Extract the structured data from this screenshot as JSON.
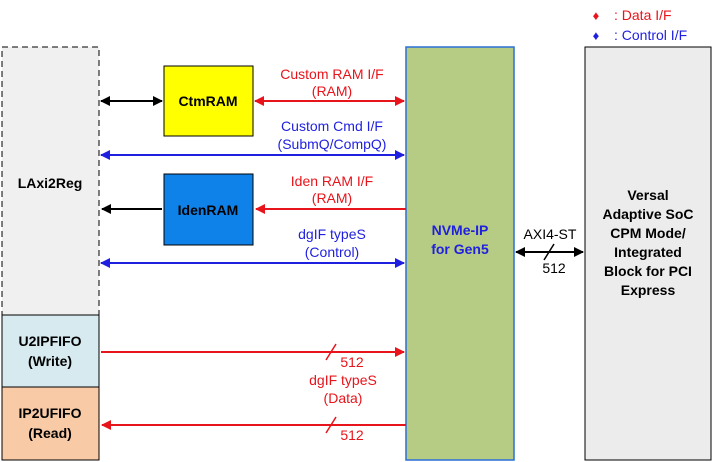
{
  "legend": {
    "data": ": Data I/F",
    "control": ": Control I/F",
    "data_color": "#e8141b",
    "control_color": "#1f1fe0"
  },
  "blocks": {
    "laxi2reg": "LAxi2Reg",
    "u2ipfifo_line1": "U2IPFIFO",
    "u2ipfifo_line2": "(Write)",
    "ip2ufifo_line1": "IP2UFIFO",
    "ip2ufifo_line2": "(Read)",
    "ctmram": "CtmRAM",
    "idenram": "IdenRAM",
    "nvme_line1": "NVMe-IP",
    "nvme_line2": "for Gen5",
    "versal_lines": [
      "Versal",
      "Adaptive SoC",
      "CPM Mode/",
      "Integrated",
      "Block for PCI",
      "Express"
    ]
  },
  "interfaces": {
    "custom_ram_line1": "Custom RAM I/F",
    "custom_ram_line2": "(RAM)",
    "custom_cmd_line1": "Custom Cmd I/F",
    "custom_cmd_line2": "(SubmQ/CompQ)",
    "iden_ram_line1": "Iden RAM I/F",
    "iden_ram_line2": "(RAM)",
    "dgif_ctl_line1": "dgIF typeS",
    "dgif_ctl_line2": "(Control)",
    "dgif_data_line1": "dgIF typeS",
    "dgif_data_line2": "(Data)",
    "bus_512_write": "512",
    "bus_512_read": "512",
    "axi_label": "AXI4-ST",
    "axi_width": "512"
  },
  "colors": {
    "red": "#e8141b",
    "blue": "#1f1fe0",
    "ctmram_fill": "#ffff00",
    "idenram_fill": "#0f82ea",
    "nvme_fill": "#b6cc84",
    "nvme_border": "#2c6fd8",
    "versal_fill": "#ececec",
    "laxi_fill": "#f0f0f0",
    "u2ip_fill": "#d6eaf0",
    "ip2u_fill": "#f9caa6"
  }
}
